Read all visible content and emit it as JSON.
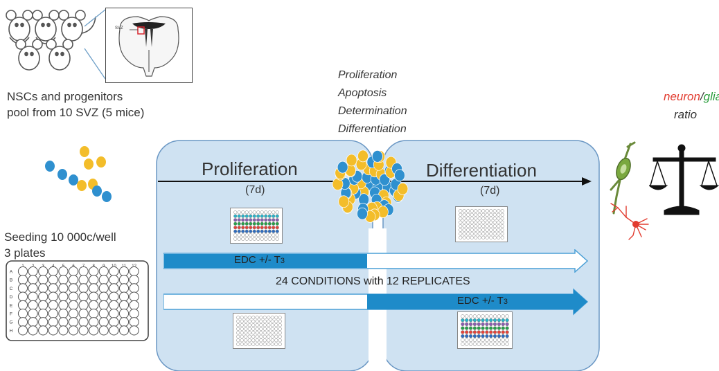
{
  "source_caption": {
    "line1": "NSCs and progenitors",
    "line2": "pool from 10 SVZ (5 mice)"
  },
  "brain_section": {
    "region_label": "SVZ"
  },
  "seeding": {
    "line1": "Seeding 10 000c/well",
    "line2": "3 plates",
    "plate_columns": [
      "1",
      "2",
      "3",
      "4",
      "5",
      "6",
      "7",
      "8",
      "9",
      "10",
      "11",
      "12"
    ],
    "plate_rows": [
      "A",
      "B",
      "C",
      "D",
      "E",
      "F",
      "G",
      "H"
    ]
  },
  "readouts": [
    "Proliferation",
    "Apoptosis",
    "Determination",
    "Differentiation"
  ],
  "stage_proliferation": {
    "title": "Proliferation",
    "duration": "(7d)"
  },
  "stage_differentiation": {
    "title": "Differentiation",
    "duration": "(7d)"
  },
  "treatment_arrow_1": {
    "label": "EDC +/- T",
    "subscript": "3"
  },
  "treatment_arrow_2": {
    "label": "EDC +/- T",
    "subscript": "3"
  },
  "conditions_text": "24 CONDITIONS with 12 REPLICATES",
  "ratio": {
    "neuron": "neuron",
    "slash": "/",
    "glia": "glia",
    "word": "ratio"
  },
  "colors": {
    "stage_panel_fill": "#cfe2f2",
    "stage_panel_stroke": "#6a97c4",
    "cell_blue": "#2f90cf",
    "cell_yellow": "#f3bd2a",
    "arrow_blue": "#1e8bc9",
    "arrow_outline": "#4a9fd6",
    "neuron_red": "#e23b2f",
    "glia_green": "#2a9d3c",
    "well_row_colors": [
      "#29b3c9",
      "#8a5db0",
      "#27a04a",
      "#e3433a",
      "#2d6cc0"
    ]
  }
}
